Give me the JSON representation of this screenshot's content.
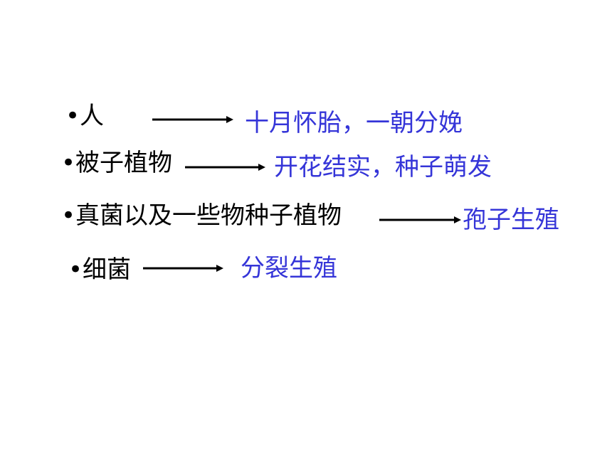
{
  "colors": {
    "label": "#000000",
    "result": "#3535d8",
    "arrow": "#000000",
    "background": "#ffffff"
  },
  "rows": [
    {
      "label": "•人",
      "result": "十月怀胎，一朝分娩"
    },
    {
      "label": "•被子植物",
      "result": "开花结实，种子萌发"
    },
    {
      "label": "•真菌以及一些物种子植物",
      "result": "孢子生殖"
    },
    {
      "label": "•细菌",
      "result": "分裂生殖"
    }
  ]
}
